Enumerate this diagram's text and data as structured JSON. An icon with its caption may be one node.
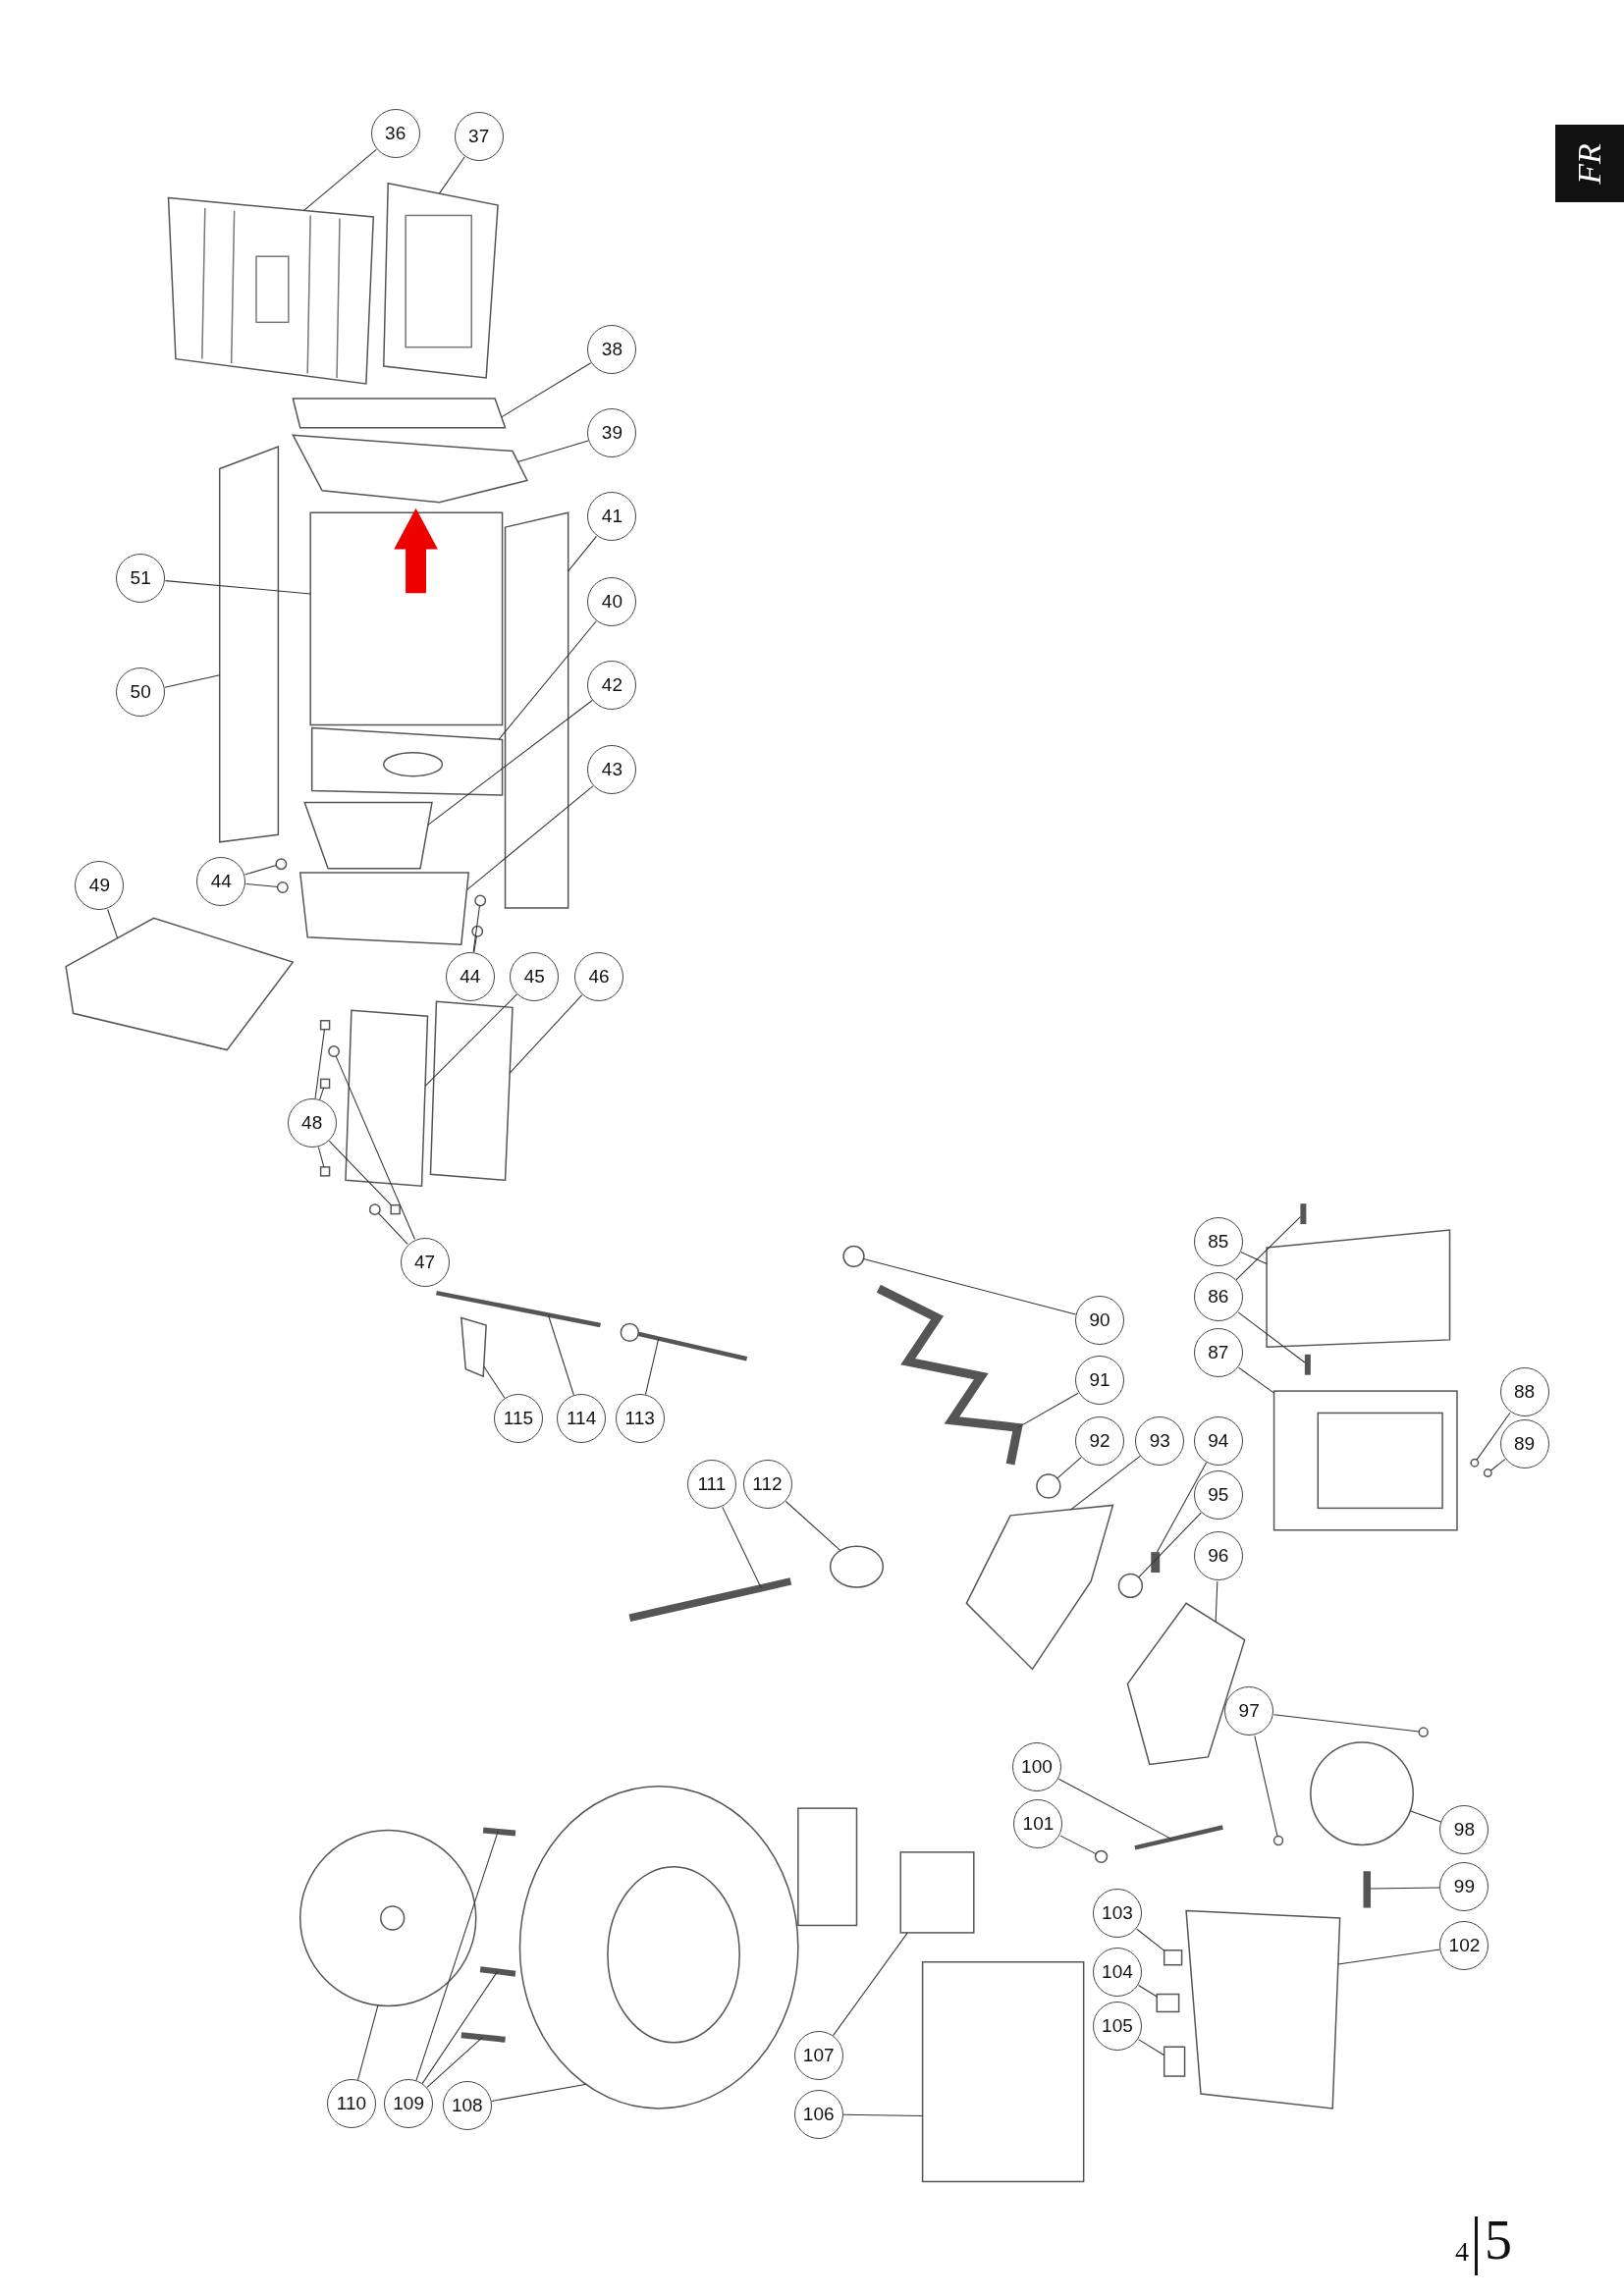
{
  "diagram": {
    "nodes": [
      {
        "text": [
          "36"
        ]
      },
      {
        "text": [
          "37"
        ]
      },
      {
        "text": [
          "38"
        ]
      },
      {
        "text": [
          "39"
        ]
      },
      {
        "text": [
          "41"
        ]
      },
      {
        "text": [
          "51"
        ]
      },
      {
        "text": [
          "40"
        ]
      },
      {
        "text": [
          "50"
        ]
      },
      {
        "text": [
          "42"
        ]
      },
      {
        "text": [
          "43"
        ]
      },
      {
        "text": [
          "49"
        ]
      },
      {
        "text": [
          "44"
        ]
      },
      {
        "text": [
          "44"
        ]
      },
      {
        "text": [
          "45"
        ]
      },
      {
        "text": [
          "46"
        ]
      },
      {
        "text": [
          "48"
        ]
      },
      {
        "text": [
          "47"
        ]
      },
      {
        "text": [
          "85"
        ]
      },
      {
        "text": [
          "90"
        ]
      },
      {
        "text": [
          "86"
        ]
      },
      {
        "text": [
          "87"
        ]
      },
      {
        "text": [
          "91"
        ]
      },
      {
        "text": [
          "88"
        ]
      },
      {
        "text": [
          "89"
        ]
      },
      {
        "text": [
          "115"
        ]
      },
      {
        "text": [
          "114"
        ]
      },
      {
        "text": [
          "113"
        ]
      },
      {
        "text": [
          "92"
        ]
      },
      {
        "text": [
          "93"
        ]
      },
      {
        "text": [
          "94"
        ]
      },
      {
        "text": [
          "111"
        ]
      },
      {
        "text": [
          "112"
        ]
      },
      {
        "text": [
          "95"
        ]
      },
      {
        "text": [
          "96"
        ]
      },
      {
        "text": [
          "97"
        ]
      },
      {
        "text": [
          "100"
        ]
      },
      {
        "text": [
          "98"
        ]
      },
      {
        "text": [
          "101"
        ]
      },
      {
        "text": [
          "99"
        ]
      },
      {
        "text": [
          "103"
        ]
      },
      {
        "text": [
          "102"
        ]
      },
      {
        "text": [
          "104"
        ]
      },
      {
        "text": [
          "105"
        ]
      },
      {
        "text": [
          "107"
        ]
      },
      {
        "text": [
          "110"
        ]
      },
      {
        "text": [
          "109"
        ]
      },
      {
        "text": [
          "108"
        ]
      },
      {
        "text": [
          "106"
        ]
      },
      {
        "text": [],
        "shape": "box"
      },
      {
        "text": [],
        "shape": "box"
      },
      {
        "text": [],
        "shape": "box"
      },
      {
        "text": [],
        "shape": "box"
      },
      {
        "text": [],
        "shape": "box"
      },
      {
        "text": [],
        "shape": "box"
      },
      {
        "text": [],
        "shape": "box"
      },
      {
        "text": [],
        "shape": "box"
      },
      {
        "text": [],
        "shape": "box"
      },
      {
        "text": [],
        "shape": "box"
      },
      {
        "text": [],
        "shape": "box"
      },
      {
        "text": [],
        "shape": "circle"
      },
      {
        "text": [],
        "shape": "circle"
      },
      {
        "text": [],
        "shape": "circle"
      },
      {
        "text": [],
        "shape": "circle"
      },
      {
        "text": [],
        "shape": "box"
      },
      {
        "text": [],
        "shape": "box"
      },
      {
        "text": [],
        "shape": "box"
      },
      {
        "text": [],
        "shape": "box"
      },
      {
        "text": [],
        "shape": "box"
      },
      {
        "text": [],
        "shape": "box"
      },
      {
        "text": [],
        "shape": "circle"
      },
      {
        "text": [],
        "shape": "circle"
      },
      {
        "text": [],
        "shape": "box"
      },
      {
        "text": [],
        "shape": "circle"
      },
      {
        "text": [],
        "shape": "bar"
      },
      {
        "text": [],
        "shape": "bar"
      },
      {
        "text": [],
        "shape": "box"
      },
      {
        "text": [],
        "shape": "bar"
      },
      {
        "text": [],
        "shape": "circle"
      },
      {
        "text": [],
        "shape": "circle"
      },
      {
        "text": [],
        "shape": "box"
      },
      {
        "text": [],
        "shape": "bar"
      },
      {
        "text": [],
        "shape": "bar"
      },
      {
        "text": [],
        "shape": "circle"
      },
      {
        "text": [],
        "shape": "box"
      },
      {
        "text": [],
        "shape": "bar"
      },
      {
        "text": [],
        "shape": "bar"
      },
      {
        "text": [],
        "shape": "circle"
      },
      {
        "text": [],
        "shape": "circle"
      },
      {
        "text": [],
        "shape": "box"
      },
      {
        "text": [],
        "shape": "circle"
      },
      {
        "text": [],
        "shape": "circle"
      },
      {
        "text": [],
        "shape": "bar"
      },
      {
        "text": [],
        "shape": "circle"
      },
      {
        "text": [],
        "shape": "circle"
      },
      {
        "text": [],
        "shape": "bar"
      },
      {
        "text": [],
        "shape": "box"
      },
      {
        "text": [],
        "shape": "box"
      },
      {
        "text": [],
        "shape": "box"
      },
      {
        "text": [],
        "shape": "box"
      },
      {
        "text": [],
        "shape": "box"
      },
      {
        "text": [],
        "shape": "circle"
      },
      {
        "text": [],
        "shape": "bar"
      },
      {
        "text": [],
        "shape": "bar"
      },
      {
        "text": [],
        "shape": "bar"
      },
      {
        "text": [],
        "shape": "circle"
      },
      {
        "text": [],
        "shape": "box"
      }
    ],
    "edges": [
      {
        "from": 0,
        "to": 48,
        "arrow": "none"
      },
      {
        "from": 1,
        "to": 49,
        "arrow": "none"
      },
      {
        "from": 2,
        "to": 50,
        "arrow": "none"
      },
      {
        "from": 3,
        "to": 51,
        "arrow": "none"
      },
      {
        "from": 4,
        "to": 52,
        "arrow": "none"
      },
      {
        "from": 5,
        "to": 53,
        "arrow": "none"
      },
      {
        "from": 6,
        "to": 54,
        "arrow": "none"
      },
      {
        "from": 7,
        "to": 55,
        "arrow": "none"
      },
      {
        "from": 8,
        "to": 56,
        "arrow": "none"
      },
      {
        "from": 9,
        "to": 57,
        "arrow": "none"
      },
      {
        "from": 10,
        "to": 58,
        "arrow": "none"
      },
      {
        "from": 11,
        "to": 59,
        "arrow": "none"
      },
      {
        "from": 11,
        "to": 60,
        "arrow": "none"
      },
      {
        "from": 12,
        "to": 61,
        "arrow": "none"
      },
      {
        "from": 12,
        "to": 62,
        "arrow": "none"
      },
      {
        "from": 13,
        "to": 63,
        "arrow": "none"
      },
      {
        "from": 14,
        "to": 64,
        "arrow": "none"
      },
      {
        "from": 15,
        "to": 65,
        "arrow": "none"
      },
      {
        "from": 15,
        "to": 66,
        "arrow": "none"
      },
      {
        "from": 15,
        "to": 67,
        "arrow": "none"
      },
      {
        "from": 15,
        "to": 68,
        "arrow": "none"
      },
      {
        "from": 16,
        "to": 69,
        "arrow": "none"
      },
      {
        "from": 16,
        "to": 70,
        "arrow": "none"
      },
      {
        "from": 17,
        "to": 71,
        "arrow": "none"
      },
      {
        "from": 18,
        "to": 72,
        "arrow": "none"
      },
      {
        "from": 19,
        "to": 73,
        "arrow": "none"
      },
      {
        "from": 19,
        "to": 74,
        "arrow": "none"
      },
      {
        "from": 20,
        "to": 75,
        "arrow": "none"
      },
      {
        "from": 21,
        "to": 76,
        "arrow": "none"
      },
      {
        "from": 22,
        "to": 77,
        "arrow": "none"
      },
      {
        "from": 23,
        "to": 78,
        "arrow": "none"
      },
      {
        "from": 24,
        "to": 79,
        "arrow": "none"
      },
      {
        "from": 25,
        "to": 80,
        "arrow": "none"
      },
      {
        "from": 26,
        "to": 81,
        "arrow": "none"
      },
      {
        "from": 27,
        "to": 82,
        "arrow": "none"
      },
      {
        "from": 28,
        "to": 83,
        "arrow": "none"
      },
      {
        "from": 29,
        "to": 84,
        "arrow": "none"
      },
      {
        "from": 30,
        "to": 85,
        "arrow": "none"
      },
      {
        "from": 31,
        "to": 86,
        "arrow": "none"
      },
      {
        "from": 32,
        "to": 87,
        "arrow": "none"
      },
      {
        "from": 33,
        "to": 88,
        "arrow": "none"
      },
      {
        "from": 34,
        "to": 89,
        "arrow": "none"
      },
      {
        "from": 34,
        "to": 90,
        "arrow": "none"
      },
      {
        "from": 35,
        "to": 91,
        "arrow": "none"
      },
      {
        "from": 36,
        "to": 92,
        "arrow": "none"
      },
      {
        "from": 37,
        "to": 93,
        "arrow": "none"
      },
      {
        "from": 38,
        "to": 94,
        "arrow": "none"
      },
      {
        "from": 39,
        "to": 95,
        "arrow": "none"
      },
      {
        "from": 40,
        "to": 96,
        "arrow": "none"
      },
      {
        "from": 41,
        "to": 97,
        "arrow": "none"
      },
      {
        "from": 42,
        "to": 98,
        "arrow": "none"
      },
      {
        "from": 43,
        "to": 99,
        "arrow": "none"
      },
      {
        "from": 44,
        "to": 100,
        "arrow": "none"
      },
      {
        "from": 45,
        "to": 101,
        "arrow": "none"
      },
      {
        "from": 45,
        "to": 102,
        "arrow": "none"
      },
      {
        "from": 45,
        "to": 103,
        "arrow": "none"
      },
      {
        "from": 46,
        "to": 104,
        "arrow": "none"
      },
      {
        "from": 47,
        "to": 105,
        "arrow": "none"
      }
    ],
    "labels": [
      "FR",
      "4",
      "5"
    ]
  }
}
